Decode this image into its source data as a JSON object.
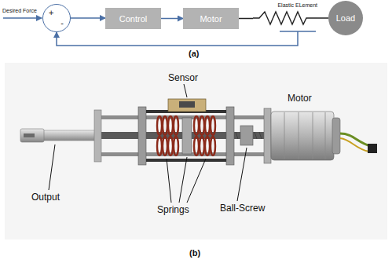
{
  "diagram": {
    "nodes": [
      {
        "text": [
          "+",
          "-"
        ]
      },
      {
        "text": [
          "Control"
        ]
      },
      {
        "text": [
          "Motor"
        ]
      },
      {
        "text": [
          "Elastic ELement"
        ]
      },
      {
        "text": [
          "Load"
        ]
      }
    ],
    "edges": [
      {
        "from": 0,
        "to": 1,
        "arrow": "to"
      },
      {
        "from": 1,
        "to": 2,
        "arrow": "to"
      },
      {
        "from": 2,
        "to": 3,
        "arrow": "none"
      },
      {
        "from": 3,
        "to": 4,
        "arrow": "none"
      },
      {
        "from": 3,
        "to": 0,
        "arrow": "to"
      }
    ],
    "labels": [
      "Desired Force",
      "(a)",
      "Sensor",
      "Motor",
      "Output",
      "Springs",
      "Ball-Screw",
      "(b)"
    ]
  }
}
